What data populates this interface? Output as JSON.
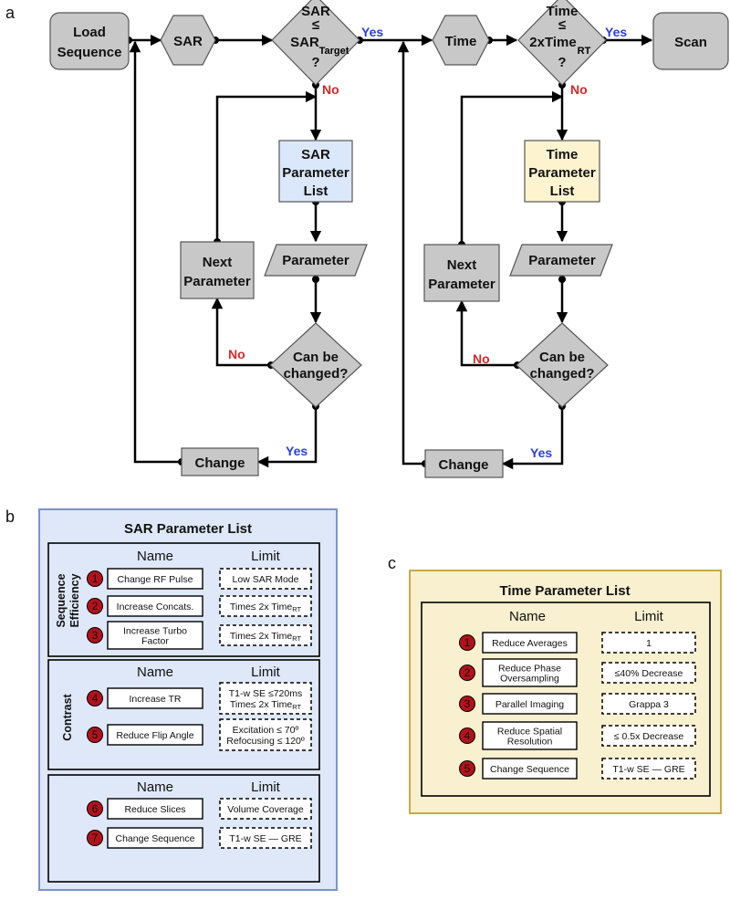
{
  "panel_labels": {
    "a": "a",
    "b": "b",
    "c": "c"
  },
  "flowchart": {
    "load_sequence": [
      "Load",
      "Sequence"
    ],
    "sar_hex": "SAR",
    "sar_check": {
      "line1": "SAR",
      "line2": "≤",
      "line3": "SAR",
      "sub": "Target",
      "line4": "?"
    },
    "time_hex": "Time",
    "time_check": {
      "line1": "Time",
      "line2": "≤",
      "line3": "2xTime",
      "sub": "RT",
      "line4": "?"
    },
    "scan": "Scan",
    "yes": "Yes",
    "no": "No",
    "sar_list": [
      "SAR",
      "Parameter",
      "List"
    ],
    "time_list": [
      "Time",
      "Parameter",
      "List"
    ],
    "parameter": "Parameter",
    "next_parameter": [
      "Next",
      "Parameter"
    ],
    "can_be_changed": [
      "Can be",
      "changed?"
    ],
    "change": "Change"
  },
  "sar_parameter_list": {
    "title": "SAR Parameter List",
    "name_header": "Name",
    "limit_header": "Limit",
    "groups": [
      {
        "label_lines": [
          "Sequence",
          "Efficiency"
        ],
        "rows": [
          {
            "num": "1",
            "name": [
              "Change RF Pulse"
            ],
            "limit": [
              "Low SAR Mode"
            ]
          },
          {
            "num": "2",
            "name": [
              "Increase Concats."
            ],
            "limit": [
              "Time≤ 2x Time"
            ],
            "limit_sub": "RT"
          },
          {
            "num": "3",
            "name": [
              "Increase Turbo",
              "Factor"
            ],
            "limit": [
              "Time≤ 2x Time"
            ],
            "limit_sub": "RT"
          }
        ]
      },
      {
        "label_lines": [
          "Contrast"
        ],
        "rows": [
          {
            "num": "4",
            "name": [
              "Increase TR"
            ],
            "limit": [
              "T1-w SE ≤720ms",
              "Time≤ 2x Time"
            ],
            "limit_sub": "RT"
          },
          {
            "num": "5",
            "name": [
              "Reduce Flip Angle"
            ],
            "limit": [
              "Excitation ≤ 70º",
              "Refocusing ≤ 120º"
            ]
          }
        ]
      },
      {
        "label_lines": [],
        "rows": [
          {
            "num": "6",
            "name": [
              "Reduce Slices"
            ],
            "limit": [
              "Volume Coverage"
            ]
          },
          {
            "num": "7",
            "name": [
              "Change Sequence"
            ],
            "limit": [
              "T1-w SE — GRE"
            ]
          }
        ]
      }
    ]
  },
  "time_parameter_list": {
    "title": "Time Parameter List",
    "name_header": "Name",
    "limit_header": "Limit",
    "rows": [
      {
        "num": "1",
        "name": [
          "Reduce Averages"
        ],
        "limit": [
          "1"
        ]
      },
      {
        "num": "2",
        "name": [
          "Reduce Phase",
          "Oversampling"
        ],
        "limit": [
          "≤40% Decrease"
        ]
      },
      {
        "num": "3",
        "name": [
          "Parallel Imaging"
        ],
        "limit": [
          "Grappa 3"
        ]
      },
      {
        "num": "4",
        "name": [
          "Reduce Spatial",
          "Resolution"
        ],
        "limit": [
          "≤ 0.5x Decrease"
        ]
      },
      {
        "num": "5",
        "name": [
          "Change Sequence"
        ],
        "limit": [
          "T1-w SE — GRE"
        ]
      }
    ]
  },
  "colors": {
    "node_gray": "#c8c8c8",
    "sar_blue": "#dbe8fb",
    "time_yellow": "#fdf3cf",
    "panel_b_bg": "#dfe8f8",
    "panel_b_border": "#7b93c9",
    "panel_c_bg": "#f8f0cf",
    "panel_c_border": "#c7a94b",
    "badge_red": "#b3121b",
    "yes_blue": "#2a3fd6",
    "no_red": "#d12a2a"
  }
}
